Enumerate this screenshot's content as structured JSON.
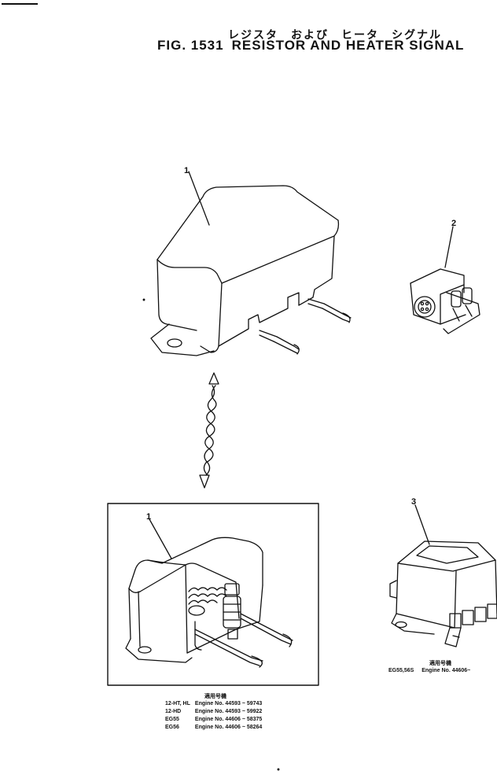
{
  "figure": {
    "title_jp": "レジスタ　および　ヒータ　シグナル",
    "fig_label": "FIG. 1531",
    "title_en": "RESISTOR AND HEATER SIGNAL"
  },
  "callouts": {
    "part1_top": "1",
    "part2": "2",
    "part3": "3",
    "part1_inset": "1"
  },
  "applicability_left": {
    "header": "適用号機",
    "rows": [
      {
        "model": "12-HT, HL",
        "engine": "Engine No. 44593 ~ 59743"
      },
      {
        "model": "12-HD",
        "engine": "Engine No. 44593 ~ 59922"
      },
      {
        "model": "EG55",
        "engine": "Engine No. 44606 ~ 58375"
      },
      {
        "model": "EG56",
        "engine": "Engine No. 44606 ~ 58264"
      }
    ]
  },
  "applicability_right": {
    "header": "適用号機",
    "model": "EG55,56S",
    "engine": "Engine No. 44606~"
  }
}
